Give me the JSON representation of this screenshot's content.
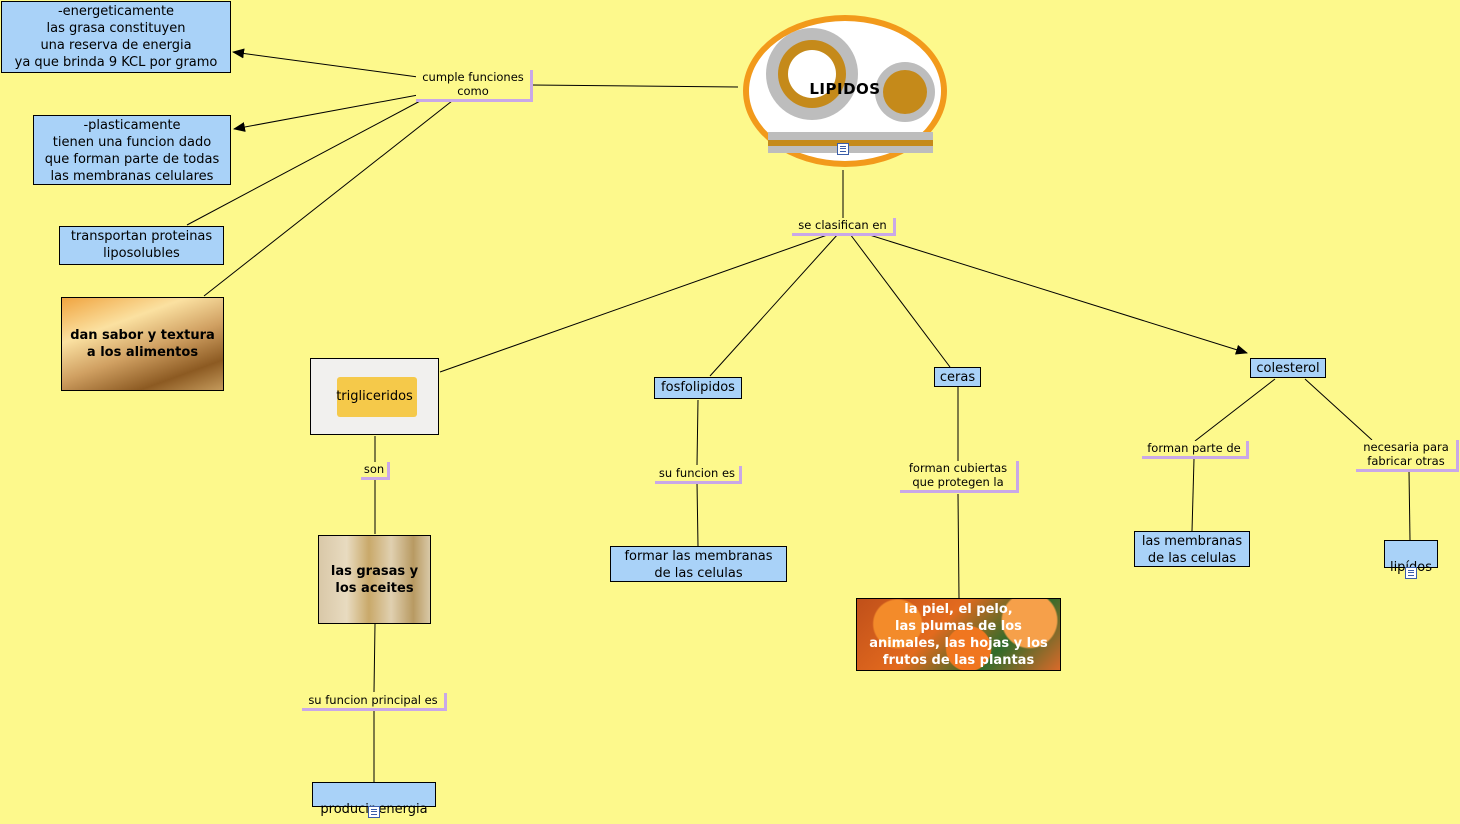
{
  "root": {
    "label": "LIPIDOS"
  },
  "links": {
    "cumple": "cumple funciones\ncomo",
    "clasifican": "se clasifican en",
    "son": "son",
    "funcion_principal": "su funcion principal es",
    "su_funcion": "su funcion es",
    "forman_cubiertas": "forman  cubiertas\nque protegen la",
    "forman_parte": "forman parte de",
    "necesaria": "necesaria para\nfabricar otras"
  },
  "nodes": {
    "energeticamente": "-energeticamente\nlas grasa constituyen\nuna reserva de energia\nya que brinda 9 KCL por gramo",
    "plasticamente": "-plasticamente\ntienen una funcion dado\nque forman parte de todas\nlas membranas celulares",
    "transportan": "transportan proteinas\nliposolubles",
    "sabor": "dan sabor y textura\na los alimentos",
    "trigliceridos": "trigliceridos",
    "grasas": "las grasas y\nlos aceites",
    "producir_energia": "producir energia",
    "fosfolipidos": "fosfolipidos",
    "formar_membranas": "formar las  membranas\nde las celulas",
    "ceras": "ceras",
    "piel": "la piel, el pelo,\nlas plumas de los\nanimales, las hojas y los\nfrutos de las plantas",
    "colesterol": "colesterol",
    "membranas_celulas": "las membranas\nde las celulas",
    "lipidos_otros": "lipídos"
  },
  "icons": {
    "document": "document-icon",
    "arrow": "arrowhead"
  },
  "colors": {
    "background": "#fdf98c",
    "node_fill": "#a9d2f8",
    "link_accent": "#c9a8e8",
    "root_ring": "#f29a1b"
  }
}
